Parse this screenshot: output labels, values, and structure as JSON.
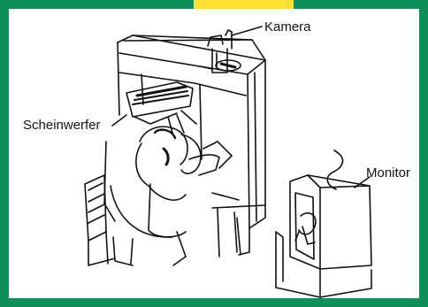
{
  "figure": {
    "frame_color": "#0e8f5a",
    "accent_color": "#ffe033",
    "labels": {
      "camera": "Kamera",
      "spotlight": "Scheinwerfer",
      "monitor": "Monitor"
    }
  }
}
